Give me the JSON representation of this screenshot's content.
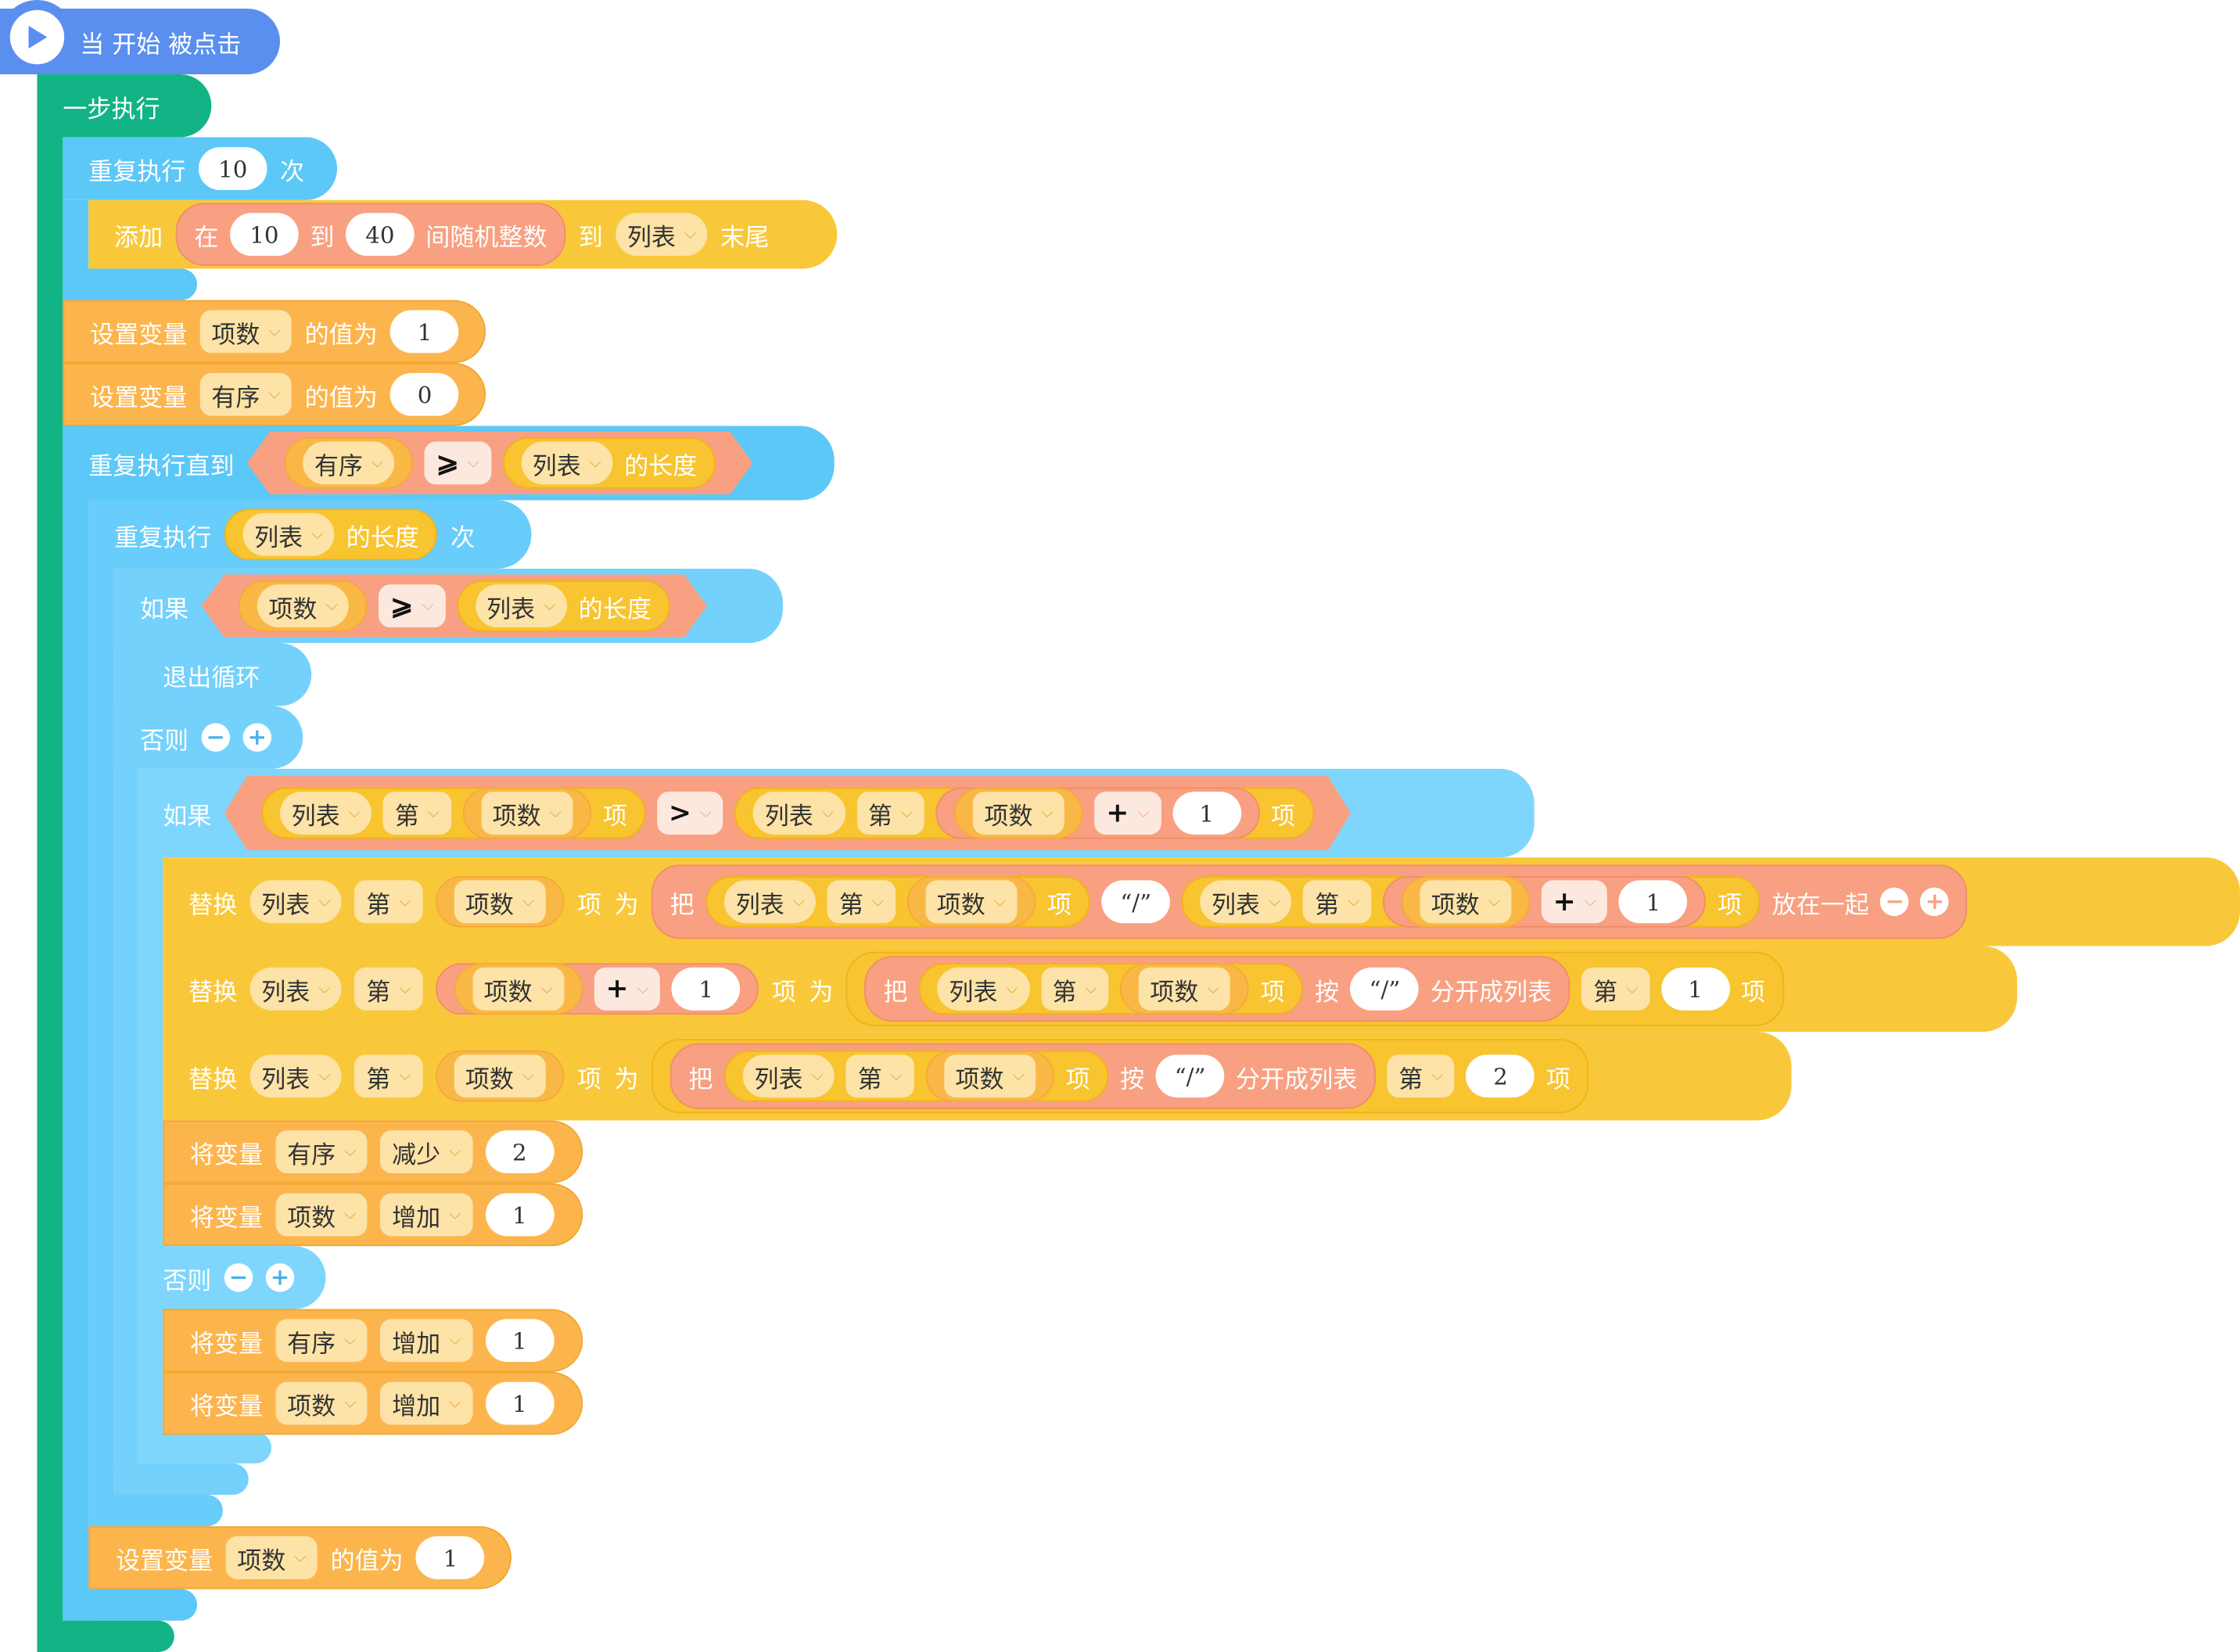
{
  "hat": {
    "label": "当 开始 被点击"
  },
  "step": {
    "label": "一步执行"
  },
  "repeat1": {
    "label": "重复执行",
    "count": "10",
    "suffix": "次"
  },
  "add": {
    "label": "添加",
    "in": "在",
    "from": "10",
    "to_word": "到",
    "to": "40",
    "rand": "间随机整数",
    "to2": "到",
    "list": "列表",
    "end": "末尾"
  },
  "set1": {
    "label": "设置变量",
    "var": "项数",
    "value_word": "的值为",
    "value": "1"
  },
  "set2": {
    "label": "设置变量",
    "var": "有序",
    "value_word": "的值为",
    "value": "0"
  },
  "until": {
    "label": "重复执行直到",
    "var": "有序",
    "op": "⩾",
    "list": "列表",
    "len": "的长度"
  },
  "repeat2": {
    "label": "重复执行",
    "list": "列表",
    "len": "的长度",
    "suffix": "次"
  },
  "if1": {
    "label": "如果",
    "var": "项数",
    "op": "⩾",
    "list": "列表",
    "len": "的长度"
  },
  "break": {
    "label": "退出循环"
  },
  "else1": {
    "label": "否则",
    "minus": "−",
    "plus": "+"
  },
  "if2": {
    "label": "如果",
    "list": "列表",
    "nth": "第",
    "var": "项数",
    "item": "项",
    "op": ">",
    "plus_op": "+",
    "one": "1"
  },
  "rep1": {
    "label": "替换",
    "list": "列表",
    "nth": "第",
    "var": "项数",
    "item": "项",
    "as": "为",
    "join_pre": "把",
    "sep": "“/”",
    "join_post": "放在一起",
    "plus_op": "+",
    "one": "1",
    "minus": "−",
    "plus": "+"
  },
  "rep2": {
    "label": "替换",
    "list": "列表",
    "nth": "第",
    "var": "项数",
    "item": "项",
    "as": "为",
    "plus_op": "+",
    "one": "1",
    "split_pre": "把",
    "split_by": "按",
    "sep": "“/”",
    "split_post": "分开成列表",
    "idx": "1"
  },
  "rep3": {
    "label": "替换",
    "list": "列表",
    "nth": "第",
    "var": "项数",
    "item": "项",
    "as": "为",
    "split_pre": "把",
    "split_by": "按",
    "sep": "“/”",
    "split_post": "分开成列表",
    "idx": "2"
  },
  "chg1": {
    "label": "将变量",
    "var": "有序",
    "mode": "减少",
    "value": "2"
  },
  "chg2": {
    "label": "将变量",
    "var": "项数",
    "mode": "增加",
    "value": "1"
  },
  "else2": {
    "label": "否则",
    "minus": "−",
    "plus": "+"
  },
  "chg3": {
    "label": "将变量",
    "var": "有序",
    "mode": "增加",
    "value": "1"
  },
  "chg4": {
    "label": "将变量",
    "var": "项数",
    "mode": "增加",
    "value": "1"
  },
  "set3": {
    "label": "设置变量",
    "var": "项数",
    "value_word": "的值为",
    "value": "1"
  },
  "icons": {
    "play": "play-icon",
    "dropdown": "chevron-down-icon"
  },
  "colors": {
    "event": "#5a8ff0",
    "step": "#12b385",
    "control": "#5cc8f7",
    "list": "#f9c83a",
    "variable": "#fcb54d",
    "operator": "#f8a081"
  }
}
